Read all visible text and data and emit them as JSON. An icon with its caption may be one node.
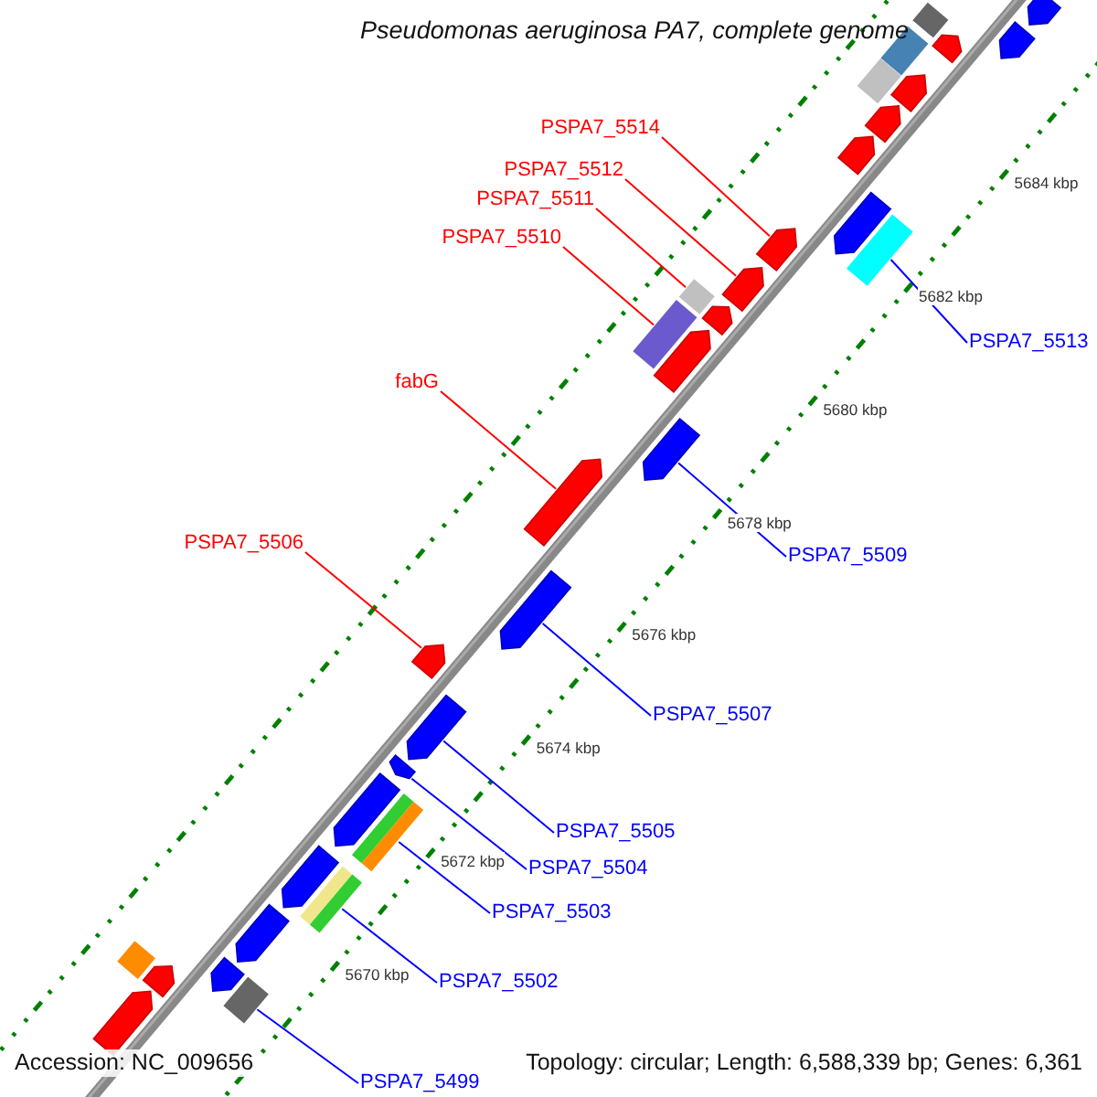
{
  "diagram": {
    "title": "Pseudomonas aeruginosa PA7, complete genome",
    "nodes": [
      {
        "text": [
          "PSPA7_5514"
        ]
      },
      {
        "text": [
          "PSPA7_5512"
        ]
      },
      {
        "text": [
          "PSPA7_5511"
        ]
      },
      {
        "text": [
          "PSPA7_5510"
        ]
      },
      {
        "text": [
          "PSPA7_5513"
        ]
      },
      {
        "text": [
          "fabG"
        ]
      },
      {
        "text": [
          "PSPA7_5509"
        ]
      },
      {
        "text": [
          "PSPA7_5506"
        ]
      },
      {
        "text": [
          "PSPA7_5507"
        ]
      },
      {
        "text": [
          "PSPA7_5505"
        ]
      },
      {
        "text": [
          "PSPA7_5504"
        ]
      },
      {
        "text": [
          "PSPA7_5503"
        ]
      },
      {
        "text": [
          "PSPA7_5502"
        ]
      },
      {
        "text": [
          "PSPA7_5499"
        ]
      },
      {
        "text": [],
        "shape": "arrow"
      },
      {
        "text": [],
        "shape": "arrow"
      },
      {
        "text": [],
        "shape": "box"
      },
      {
        "text": [],
        "shape": "box"
      },
      {
        "text": [],
        "shape": "box"
      },
      {
        "text": [],
        "shape": "arrow"
      },
      {
        "text": [],
        "shape": "arrow"
      },
      {
        "text": [],
        "shape": "arrow"
      },
      {
        "text": [],
        "shape": "arrow"
      },
      {
        "text": [],
        "shape": "arrow"
      },
      {
        "text": [],
        "shape": "arrow"
      },
      {
        "text": [],
        "shape": "bar"
      },
      {
        "text": [],
        "shape": "bar"
      },
      {
        "text": [],
        "shape": "box"
      },
      {
        "text": [],
        "shape": "arrow"
      },
      {
        "text": [],
        "shape": "arrow"
      },
      {
        "text": [],
        "shape": "box"
      },
      {
        "text": [],
        "shape": "arrow"
      },
      {
        "text": [],
        "shape": "box"
      },
      {
        "text": [],
        "shape": "arrow"
      },
      {
        "text": [],
        "shape": "box"
      },
      {
        "text": [],
        "shape": "arrow"
      },
      {
        "text": [],
        "shape": "arrow"
      },
      {
        "text": [],
        "shape": "arrow"
      },
      {
        "text": [],
        "shape": "arrow"
      },
      {
        "text": [],
        "shape": "arrow"
      },
      {
        "text": [],
        "shape": "arrow"
      },
      {
        "text": [],
        "shape": "arrow"
      },
      {
        "text": [],
        "shape": "arrow"
      },
      {
        "text": [],
        "shape": "arrow"
      },
      {
        "text": [],
        "shape": "arrow"
      },
      {
        "text": [],
        "shape": "box"
      },
      {
        "text": [],
        "shape": "arrow"
      }
    ],
    "edges": [
      {
        "from": 0,
        "to": 14,
        "arrow": "none",
        "color": "#ff0000"
      },
      {
        "from": 1,
        "to": 15,
        "arrow": "none",
        "color": "#ff0000"
      },
      {
        "from": 2,
        "to": 16,
        "arrow": "none",
        "color": "#ff0000"
      },
      {
        "from": 3,
        "to": 17,
        "arrow": "none",
        "color": "#ff0000"
      },
      {
        "from": 4,
        "to": 18,
        "arrow": "none"
      },
      {
        "from": 5,
        "to": 19,
        "arrow": "none",
        "color": "#ff0000"
      },
      {
        "from": 6,
        "to": 20,
        "arrow": "none"
      },
      {
        "from": 7,
        "to": 21,
        "arrow": "none",
        "color": "#ff0000"
      },
      {
        "from": 8,
        "to": 22,
        "arrow": "none"
      },
      {
        "from": 9,
        "to": 23,
        "arrow": "none"
      },
      {
        "from": 10,
        "to": 24,
        "arrow": "none"
      },
      {
        "from": 11,
        "to": 25,
        "arrow": "none"
      },
      {
        "from": 12,
        "to": 26,
        "arrow": "none"
      },
      {
        "from": 13,
        "to": 27,
        "arrow": "none"
      }
    ],
    "labels": [
      "5684 kbp",
      "5682 kbp",
      "5680 kbp",
      "5678 kbp",
      "5676 kbp",
      "5674 kbp",
      "5672 kbp",
      "5670 kbp",
      "Accession: NC_009656",
      "Topology: circular; Length: 6,588,339 bp; Genes: 6,361"
    ]
  }
}
